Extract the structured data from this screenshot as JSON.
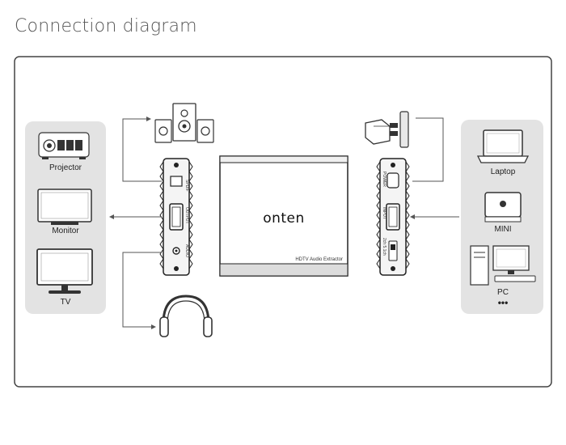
{
  "title": "Connection diagram",
  "left_devices": {
    "projector": "Projector",
    "monitor": "Monitor",
    "tv": "TV"
  },
  "right_devices": {
    "laptop": "Laptop",
    "mini": "MINI",
    "pc": "PC",
    "more": "•••"
  },
  "extractor": {
    "brand": "onten",
    "product": "HDTV Audio Extractor",
    "left_ports": {
      "spdif": "SPDIF",
      "output": "OUTPUT",
      "audio": "AUDIO"
    },
    "right_ports": {
      "power": "POWER",
      "input": "INPUT",
      "switch": "2ch  5.1ch"
    }
  },
  "colors": {
    "line": "#333333",
    "frame": "#444444",
    "panel": "#e2e2e2"
  }
}
